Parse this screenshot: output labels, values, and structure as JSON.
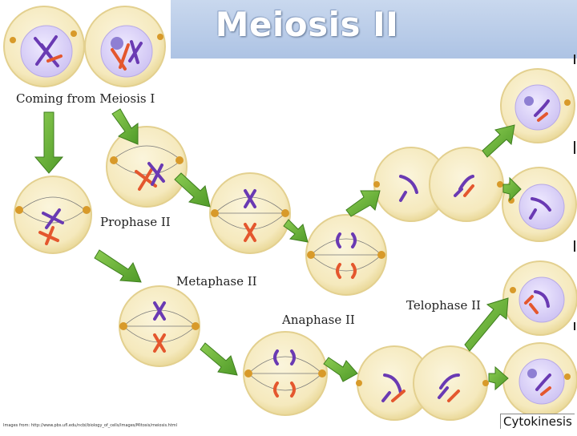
{
  "title": "Meiosis II",
  "labels": {
    "coming_from": "Coming from Meiosis I",
    "prophase": "Prophase II",
    "metaphase": "Metaphase II",
    "anaphase": "Anaphase II",
    "telophase": "Telophase II",
    "cytokinesis": "Cytokinesis"
  },
  "credit": "Images from: http://www.pbs.ufl.edu/ncbi/biology_of_cells/Images/Mitosis/meiosis.html",
  "colors": {
    "cell_fill": "#f7edc3",
    "cell_edge": "#e6d79a",
    "nucleus": "#e4defa",
    "arrow": "#6fb43a",
    "purple": "#6a3ab3",
    "orange": "#e4572e",
    "centrosome": "#d89a2a"
  }
}
